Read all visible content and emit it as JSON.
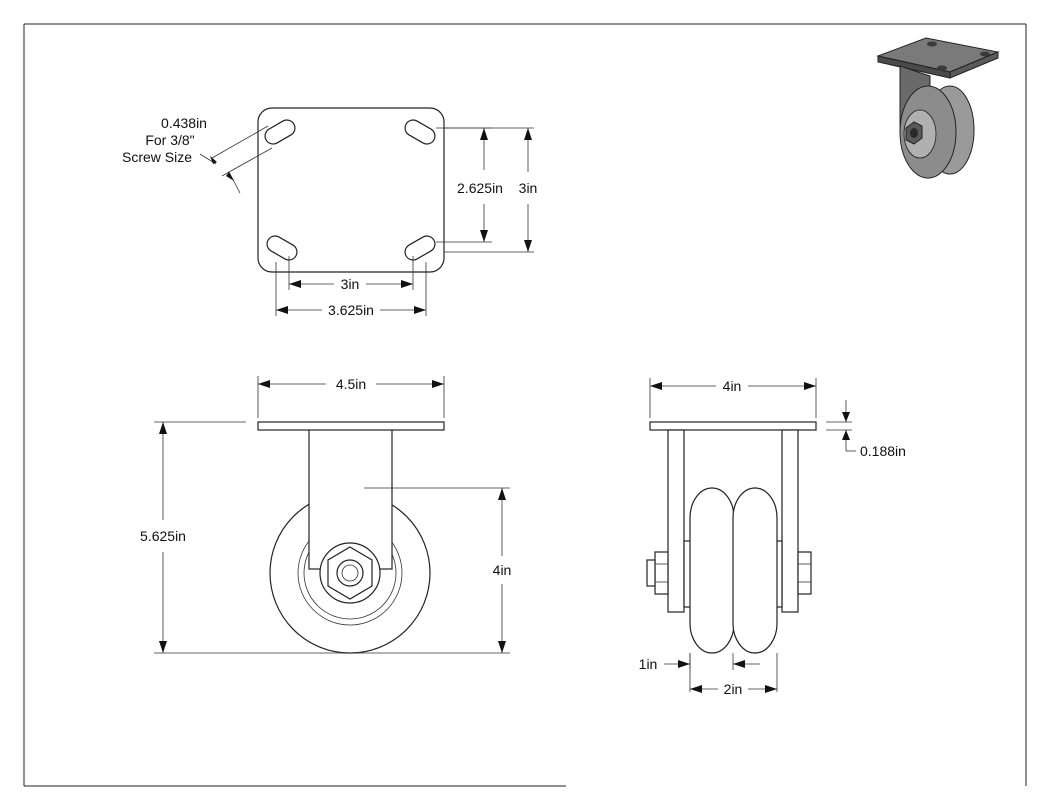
{
  "top_view": {
    "slot_size": "0.438in",
    "slot_note_1": "For 3/8\"",
    "slot_note_2": "Screw Size",
    "hole_spacing_vertical": "2.625in",
    "plate_height": "3in",
    "hole_spacing_horizontal": "3in",
    "plate_width": "3.625in"
  },
  "front_view": {
    "plate_length": "4.5in",
    "overall_height": "5.625in",
    "wheel_diameter": "4in"
  },
  "side_view": {
    "plate_width": "4in",
    "plate_thickness": "0.188in",
    "wheel_width_single": "1in",
    "wheel_width_total": "2in"
  },
  "colors": {
    "line": "#222222",
    "preview_plate": "#6f6f6f",
    "preview_wheel": "#8c8c8c",
    "preview_dark": "#3a3a3a"
  }
}
